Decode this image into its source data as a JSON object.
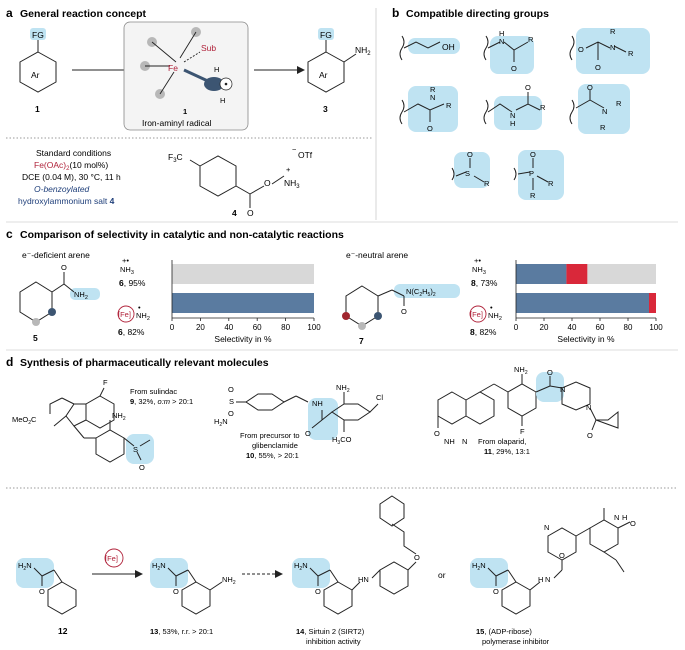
{
  "colors": {
    "highlight": "#bfe3f2",
    "steel": "#5a7ba0",
    "red": "#d9283a",
    "gray": "#d8d8d8",
    "iron_red": "#b0223a",
    "navy": "#1f3f7a"
  },
  "panel_a": {
    "letter": "a",
    "title": "General reaction concept",
    "fg": "FG",
    "ar": "Ar",
    "cmpd1": "1",
    "cmpd3": "3",
    "nh2": "NH",
    "nh2_sub": "2",
    "fe": "Fe",
    "sub": "Sub",
    "h": "H",
    "catalyst_num": "1",
    "catalyst_caption": "Iron-aminyl radical",
    "conditions": {
      "l1": "Standard conditions",
      "l2a": "Fe(OAc)",
      "l2b": "2",
      "l2c": "(10 mol%)",
      "l3": "DCE (0.04 M), 30 °C, 11 h",
      "l4": "O-benzoylated",
      "l5a": "hydroxylammonium salt ",
      "l5b": "4"
    },
    "reagent": {
      "cf3": "F",
      "cf3b": "3",
      "cf3c": "C",
      "otf": "OTf",
      "minus": "−",
      "plus": "+",
      "nh3": "NH",
      "nh3b": "3",
      "o": "O",
      "o2": "O",
      "num": "4"
    }
  },
  "panel_b": {
    "letter": "b",
    "title": "Compatible directing groups",
    "oh": "OH",
    "nh": "N",
    "h": "H",
    "o": "O",
    "n": "N",
    "r": "R",
    "s": "S",
    "p": "P"
  },
  "panel_c": {
    "letter": "c",
    "title": "Comparison of selectivity in catalytic and non-catalytic reactions",
    "left_label": "e⁻-deficient arene",
    "right_label": "e⁻-neutral arene",
    "nh2_label": "NH",
    "amide_left": "NH",
    "amide_left_sub": "2",
    "amide_right": "N(C",
    "amide_right2": "2",
    "amide_right3": "H",
    "amide_right4": "5",
    "amide_right5": ")",
    "amide_right6": "2",
    "cmpd5": "5",
    "cmpd7": "7",
    "fe": "[Fe]",
    "nh3": "NH",
    "nh3_sub": "3",
    "radical_plus": "+•",
    "dot": "•",
    "rows_left": [
      {
        "cmpd": "6",
        "yield": ", 95%"
      },
      {
        "cmpd": "6",
        "yield": ", 82%"
      }
    ],
    "rows_right": [
      {
        "cmpd": "8",
        "yield": ", 73%"
      },
      {
        "cmpd": "8",
        "yield": ", 82%"
      }
    ],
    "axis_label": "Selectivity in %",
    "ticks": [
      0,
      20,
      40,
      60,
      80,
      100
    ]
  },
  "chart_data": [
    {
      "type": "bar",
      "orientation": "horizontal",
      "stacked": true,
      "xlabel": "Selectivity in %",
      "xlim": [
        0,
        100
      ],
      "categories": [
        "6, 95%",
        "6, 82%"
      ],
      "series": [
        {
          "color": "#5a7ba0",
          "values": [
            0,
            100
          ]
        },
        {
          "color": "#d9283a",
          "values": [
            0,
            0
          ]
        },
        {
          "color": "#d8d8d8",
          "values": [
            100,
            0
          ]
        }
      ]
    },
    {
      "type": "bar",
      "orientation": "horizontal",
      "stacked": true,
      "xlabel": "Selectivity in %",
      "xlim": [
        0,
        100
      ],
      "categories": [
        "8, 73%",
        "8, 82%"
      ],
      "series": [
        {
          "color": "#5a7ba0",
          "values": [
            36,
            95
          ]
        },
        {
          "color": "#d9283a",
          "values": [
            15,
            5
          ]
        },
        {
          "color": "#d8d8d8",
          "values": [
            49,
            0
          ]
        }
      ]
    }
  ],
  "panel_d": {
    "letter": "d",
    "title": "Synthesis of pharmaceutically relevant molecules",
    "sulindac": {
      "l1": "From sulindac",
      "num": "9",
      "rest": ", 32%, ",
      "om": "o:m",
      "rest2": " > 20:1",
      "f": "F",
      "meo2c": "MeO",
      "meo2c2": "2",
      "meo2c3": "C",
      "nh2": "NH",
      "nh2s": "2",
      "s": "S",
      "o": "O"
    },
    "glib": {
      "l1": "From precursor to",
      "l2": "glibenclamide",
      "num": "10",
      "rest": ", 55%, > 20:1",
      "so2": "O",
      "s": "S",
      "h2n": "H",
      "h2n2": "2",
      "h2n3": "N",
      "nh": "NH",
      "nh2": "NH",
      "cl": "Cl",
      "och3": "H",
      "och3b": "3",
      "och3c": "CO",
      "o": "O"
    },
    "olap": {
      "l1": "From olaparid,",
      "num": "11",
      "rest": ", 29%, 13:1",
      "nh2": "NH",
      "o": "O",
      "nh": "NH",
      "n": "N",
      "f": "F"
    },
    "bottom": {
      "cmpd12": "12",
      "cmpd13": "13",
      "cmpd13_rest": ", 53%, r.r. > 20:1",
      "cmpd14": "14",
      "cmpd14_rest": ", Sirtuin 2 (SIRT2)",
      "cmpd14_l2": "inhibition activity",
      "cmpd15": "15",
      "cmpd15_rest": ", (ADP-ribose)",
      "cmpd15_l2": "polymerase inhibitor",
      "or": "or",
      "fe": "[Fe]",
      "h2n": "H",
      "h2n2": "2",
      "h2n3": "N",
      "nh2": "NH",
      "nh": "HN",
      "o": "O",
      "n": "N",
      "h": "H"
    }
  }
}
